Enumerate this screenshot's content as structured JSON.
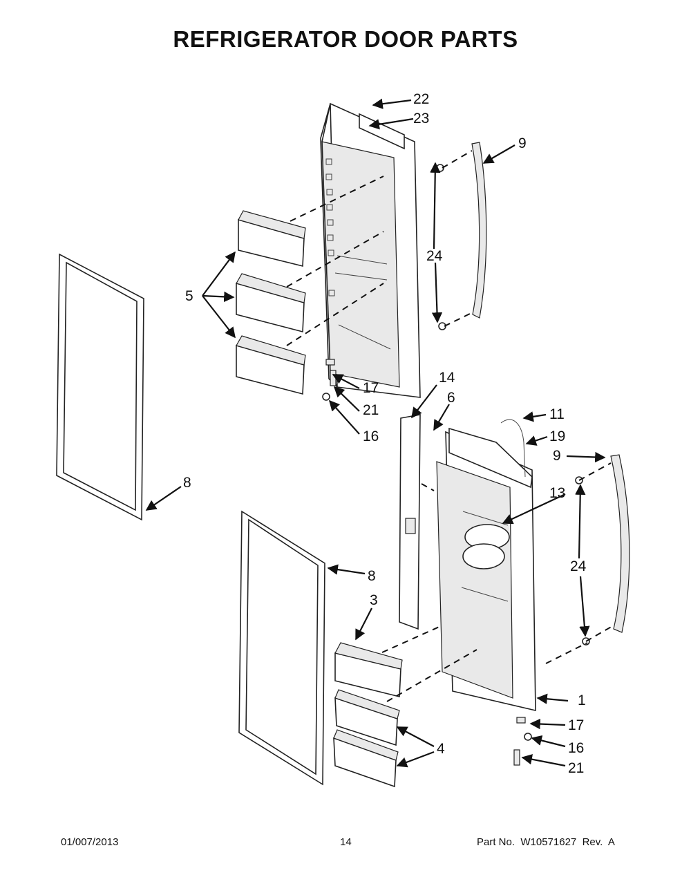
{
  "title": "REFRIGERATOR DOOR PARTS",
  "callouts": [
    "22",
    "23",
    "9",
    "24",
    "5",
    "8",
    "14",
    "6",
    "17",
    "21",
    "16",
    "11",
    "19",
    "9",
    "13",
    "24",
    "8",
    "3",
    "1",
    "17",
    "16",
    "21",
    "4"
  ],
  "footer": {
    "date": "01/007/2013",
    "page": "14",
    "part_number": "Part No.  W10571627  Rev.  A"
  }
}
